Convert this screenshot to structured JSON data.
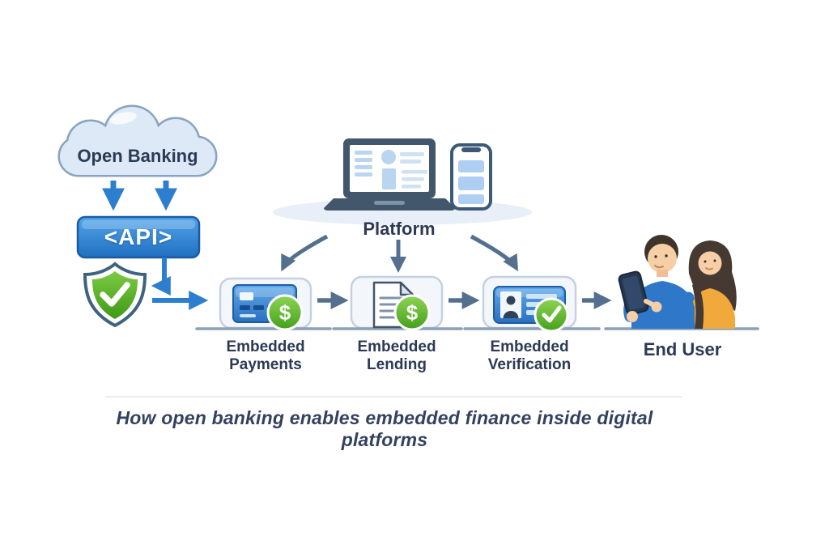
{
  "title": "How open banking enables embedded finance inside digital platforms",
  "colors": {
    "blue_arrow": "#2e7ed0",
    "slate_arrow": "#54708e",
    "navy_text": "#2c3a55",
    "green_badge": "#54b22b",
    "cloud_fill": "#dde9f6",
    "box_fill": "#f3f7fb"
  },
  "cloud": {
    "label": "Open Banking",
    "icon": "cloud-icon"
  },
  "api": {
    "label": "<API>"
  },
  "shield": {
    "icon": "shield-check-icon"
  },
  "platform": {
    "label": "Platform",
    "icons": [
      "laptop-icon",
      "smartphone-icon"
    ]
  },
  "steps": [
    {
      "id": "payments",
      "line1": "Embedded",
      "line2": "Payments",
      "icon": "credit-card-icon",
      "badge": "$"
    },
    {
      "id": "lending",
      "line1": "Embedded",
      "line2": "Lending",
      "icon": "loan-document-icon",
      "badge": "$"
    },
    {
      "id": "verification",
      "line1": "Embedded",
      "line2": "Verification",
      "icon": "id-card-icon",
      "badge": "check"
    }
  ],
  "end_user": {
    "label": "End User",
    "icon": "two-people-with-phone-icon"
  },
  "caption": "How open banking enables embedded finance inside digital platforms"
}
